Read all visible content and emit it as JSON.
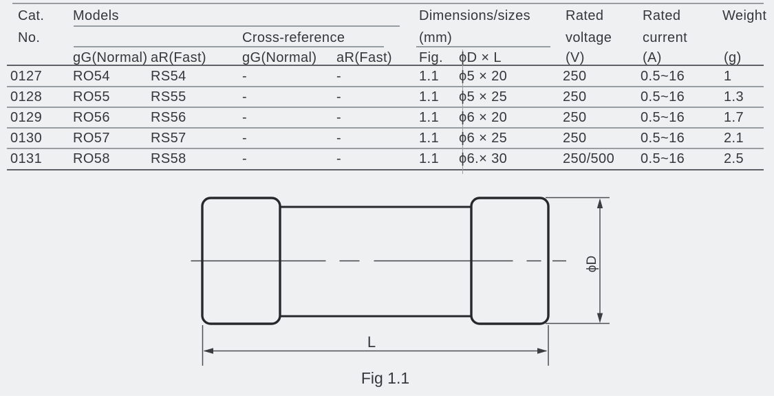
{
  "colors": {
    "background": "#eff0f2",
    "text": "#34383b",
    "rule_light": "#979ca0",
    "rule_dark": "#5d6165",
    "diagram_stroke": "#26292b"
  },
  "table": {
    "header": {
      "cat_line1": "Cat.",
      "cat_line2": "No.",
      "models": "Models",
      "cross_reference": "Cross-reference",
      "sub": [
        "gG(Normal)",
        "aR(Fast)",
        "gG(Normal)",
        "aR(Fast)"
      ],
      "dims_line1": "Dimensions/sizes",
      "dims_line2": "(mm)",
      "fig": "Fig.",
      "dxl": "ϕD × L",
      "rated_voltage_line1": "Rated",
      "rated_voltage_line2": "voltage",
      "rated_voltage_line3": "(V)",
      "rated_current_line1": "Rated",
      "rated_current_line2": "current",
      "rated_current_line3": "(A)",
      "weight_line1": "Weight",
      "weight_line3": "(g)"
    },
    "rows": [
      [
        "0127",
        "RO54",
        "RS54",
        "-",
        "-",
        "1.1",
        "ϕ5 × 20",
        "250",
        "0.5~16",
        "1"
      ],
      [
        "0128",
        "RO55",
        "RS55",
        "-",
        "-",
        "1.1",
        "ϕ5 × 25",
        "250",
        "0.5~16",
        "1.3"
      ],
      [
        "0129",
        "RO56",
        "RS56",
        "-",
        "-",
        "1.1",
        "ϕ6 × 20",
        "250",
        "0.5~16",
        "1.7"
      ],
      [
        "0130",
        "RO57",
        "RS57",
        "-",
        "-",
        "1.1",
        "ϕ6 × 25",
        "250",
        "0.5~16",
        "2.1"
      ],
      [
        "0131",
        "RO58",
        "RS58",
        "-",
        "-",
        "1.1",
        "ϕ6.× 30",
        "250/500",
        "0.5~16",
        "2.5"
      ]
    ]
  },
  "diagram": {
    "dim_diameter_label": "ϕD",
    "dim_length_label": "L",
    "caption": "Fig 1.1"
  }
}
